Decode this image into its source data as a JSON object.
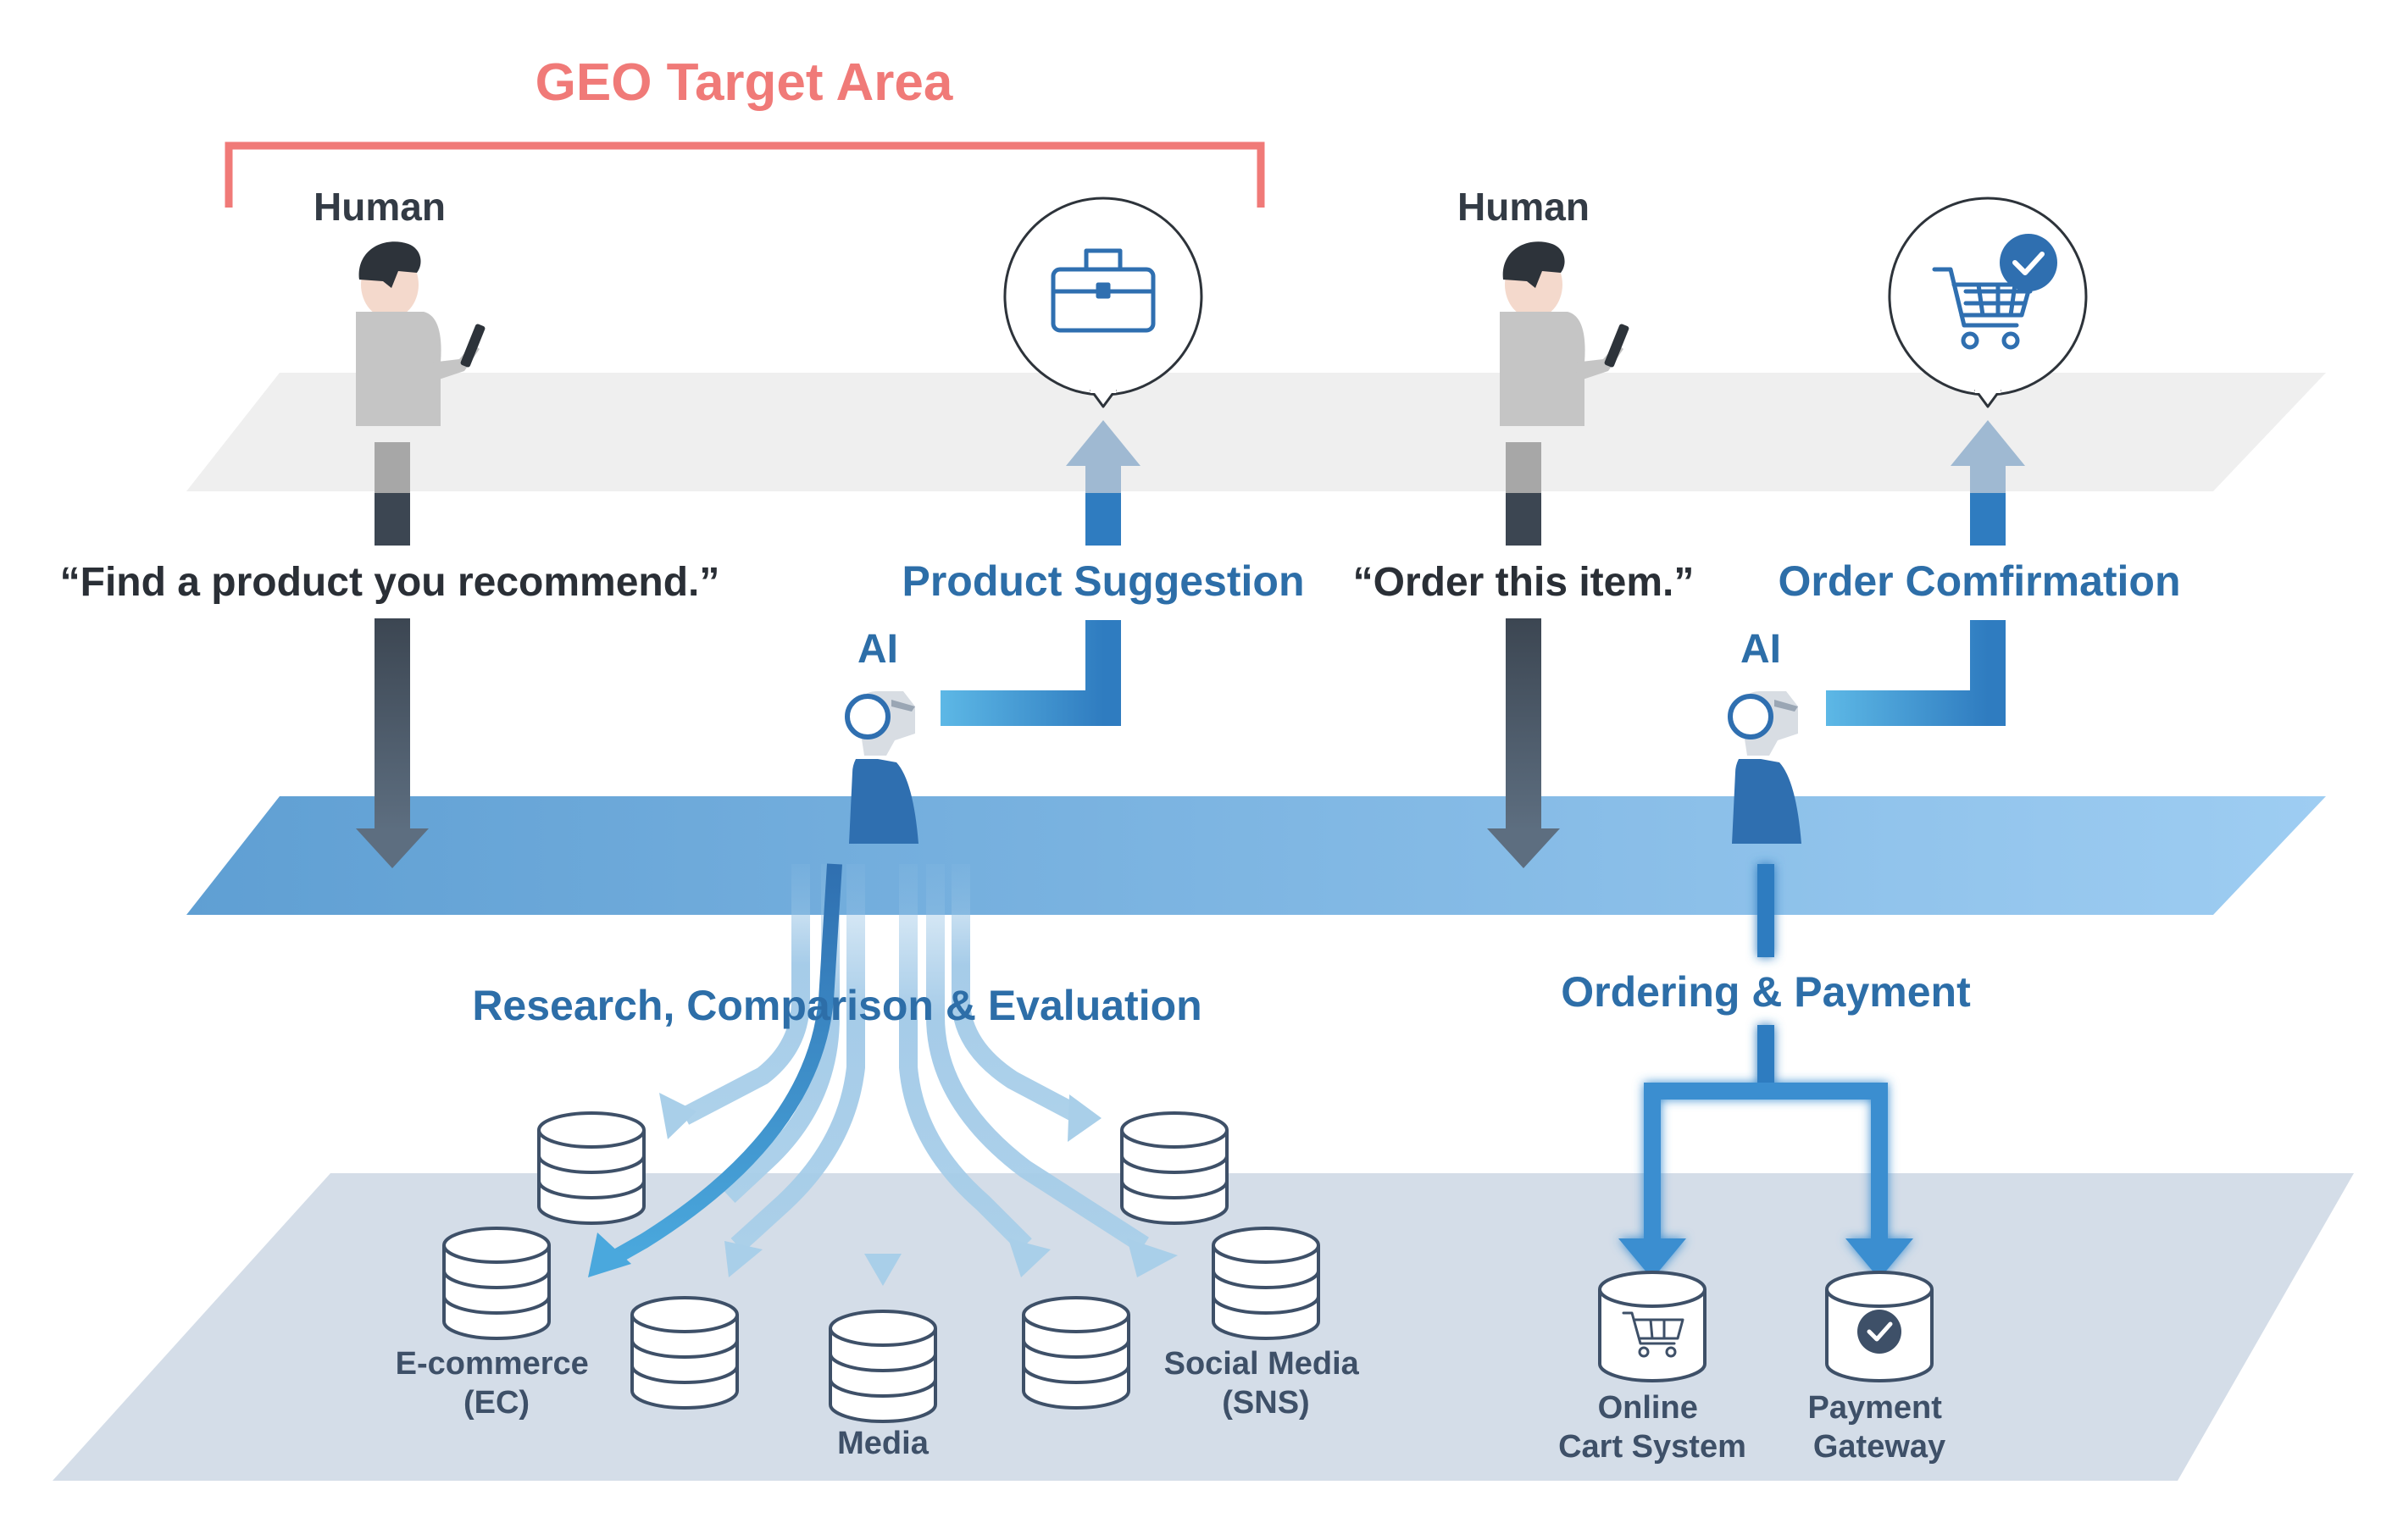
{
  "geo_target": {
    "title": "GEO Target Area",
    "color": "#f07a78"
  },
  "left_flow": {
    "human_label": "Human",
    "prompt": "“Find a product you recommend.”",
    "response": "Product Suggestion",
    "ai_label": "AI",
    "process": "Research, Comparison & Evaluation",
    "bubble_icon": "briefcase-icon"
  },
  "right_flow": {
    "human_label": "Human",
    "prompt": "“Order this item.”",
    "response": "Order Comfirmation",
    "ai_label": "AI",
    "process": "Ordering & Payment",
    "bubble_icon": "cart-check-icon"
  },
  "sources": {
    "ecommerce": [
      "E-commerce",
      "(EC)"
    ],
    "media": "Media",
    "social": [
      "Social Media",
      "(SNS)"
    ],
    "cart": [
      "Online",
      "Cart System"
    ],
    "payment": [
      "Payment",
      "Gateway"
    ]
  },
  "colors": {
    "accent_blue": "#2d6ea8",
    "human_plane": "#efefef",
    "ai_plane": "#7fb6e2",
    "data_plane": "#d4dde8",
    "dark_arrow": "#4d5866"
  }
}
